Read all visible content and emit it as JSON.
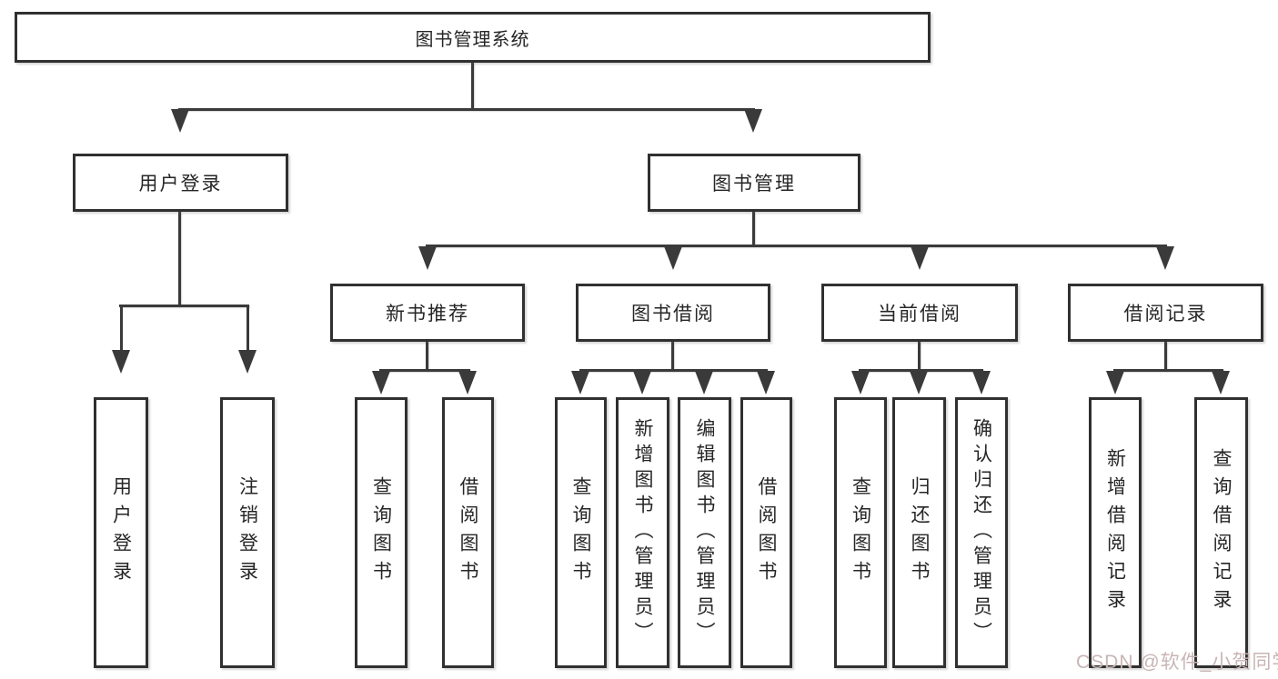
{
  "title": "图书管理系统",
  "watermark": "CSDN @软件_小贺同学",
  "colors": {
    "background": "#ffffff",
    "line": "#3a3a3a",
    "box_border": "#303030",
    "text": "#262626",
    "watermark": "#c8b5b5"
  },
  "tree": {
    "label": "图书管理系统",
    "children": [
      {
        "label": "用户登录",
        "children": [
          {
            "label": "用户登录"
          },
          {
            "label": "注销登录"
          }
        ]
      },
      {
        "label": "图书管理",
        "children": [
          {
            "label": "新书推荐",
            "children": [
              {
                "label": "查询图书"
              },
              {
                "label": "借阅图书"
              }
            ]
          },
          {
            "label": "图书借阅",
            "children": [
              {
                "label": "查询图书"
              },
              {
                "label": "新增图书（管理员）"
              },
              {
                "label": "编辑图书（管理员）"
              },
              {
                "label": "借阅图书"
              }
            ]
          },
          {
            "label": "当前借阅",
            "children": [
              {
                "label": "查询图书"
              },
              {
                "label": "归还图书"
              },
              {
                "label": "确认归还（管理员）"
              }
            ]
          },
          {
            "label": "借阅记录",
            "children": [
              {
                "label": "新增借阅记录"
              },
              {
                "label": "查询借阅记录"
              }
            ]
          }
        ]
      }
    ]
  }
}
